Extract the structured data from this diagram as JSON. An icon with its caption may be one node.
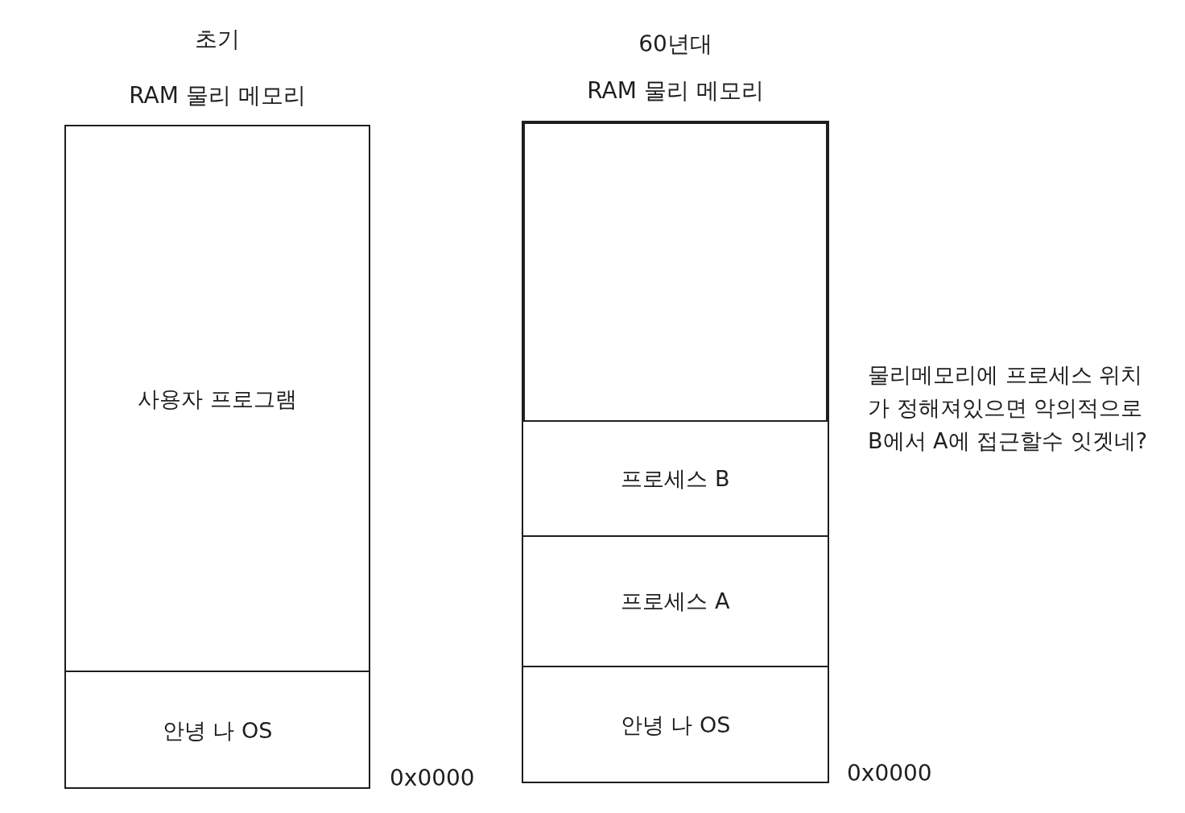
{
  "diagram": {
    "nodes": [
      {
        "text": [
          "초기",
          "RAM 물리 메모리"
        ],
        "beside": [
          "0x0000"
        ]
      },
      {
        "text": [
          "사용자 프로그램"
        ],
        "in": 0
      },
      {
        "text": [
          "안녕 나 OS"
        ],
        "in": 0
      },
      {
        "text": [
          "60년대",
          "RAM 물리 메모리"
        ],
        "beside": [
          "0x0000"
        ]
      },
      {
        "text": [],
        "shape": "box",
        "in": 3
      },
      {
        "text": [
          "프로세스 B"
        ],
        "in": 3
      },
      {
        "text": [
          "프로세스 A"
        ],
        "in": 3
      },
      {
        "text": [
          "안녕 나 OS"
        ],
        "in": 3
      }
    ],
    "labels": [
      "물리메모리에 프로세스 위치가 정해져있으면 악의적으로 B에서 A에 접근할수 잇겟네?"
    ]
  }
}
